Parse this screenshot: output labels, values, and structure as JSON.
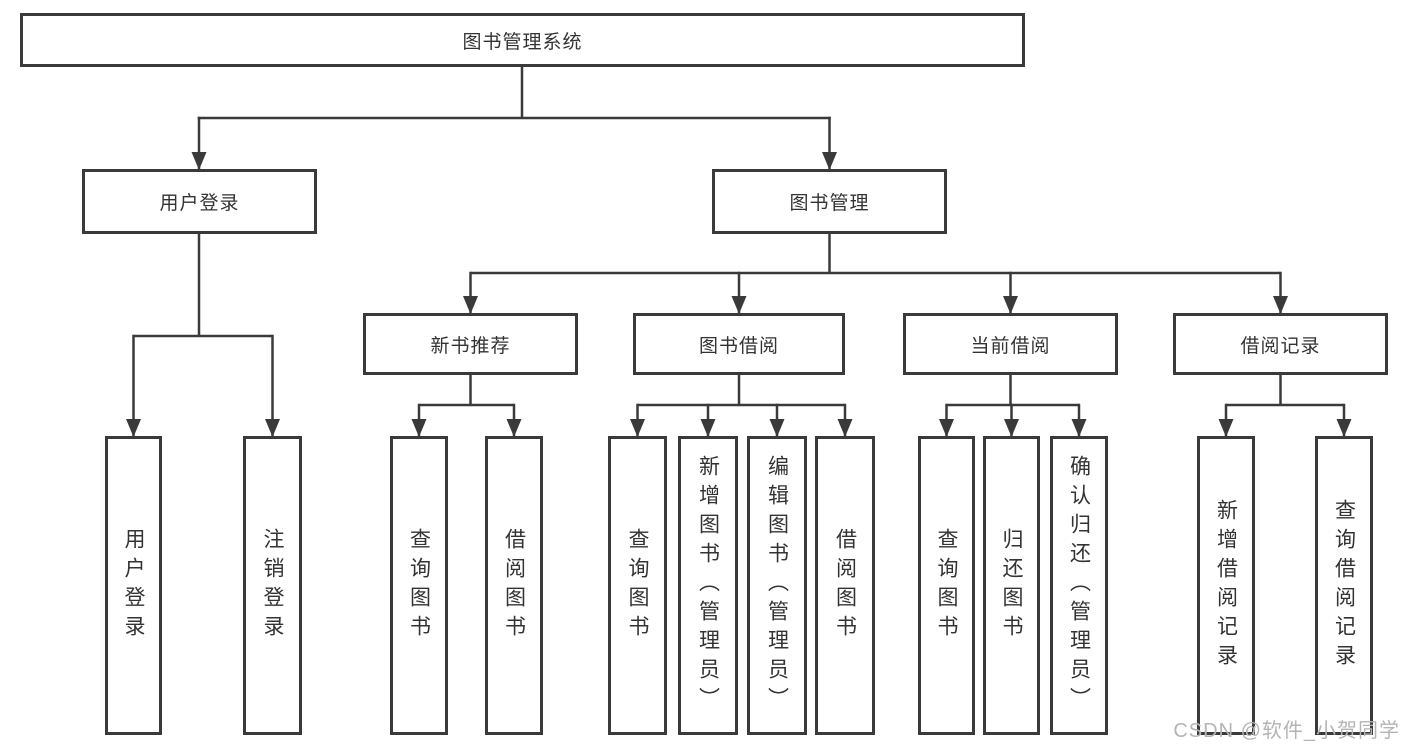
{
  "page": {
    "background": "#ffffff"
  },
  "colors": {
    "line": "#3a3a3a",
    "box_border": "#3a3a3a",
    "box_fill": "#ffffff",
    "label_text": "#333333",
    "watermark": "#b4b4b4"
  },
  "watermark": {
    "text": "CSDN @软件_小贺同学"
  },
  "diagram": {
    "type": "tree",
    "root": {
      "label": "图书管理系统"
    },
    "branches": [
      {
        "label": "用户登录",
        "children": [
          {
            "label": "用户登录"
          },
          {
            "label": "注销登录"
          }
        ]
      },
      {
        "label": "图书管理",
        "children": [
          {
            "label": "新书推荐",
            "children": [
              {
                "label": "查询图书"
              },
              {
                "label": "借阅图书"
              }
            ]
          },
          {
            "label": "图书借阅",
            "children": [
              {
                "label": "查询图书"
              },
              {
                "label": "新增图书（管理员）"
              },
              {
                "label": "编辑图书（管理员）"
              },
              {
                "label": "借阅图书"
              }
            ]
          },
          {
            "label": "当前借阅",
            "children": [
              {
                "label": "查询图书"
              },
              {
                "label": "归还图书"
              },
              {
                "label": "确认归还（管理员）"
              }
            ]
          },
          {
            "label": "借阅记录",
            "children": [
              {
                "label": "新增借阅记录"
              },
              {
                "label": "查询借阅记录"
              }
            ]
          }
        ]
      }
    ]
  }
}
